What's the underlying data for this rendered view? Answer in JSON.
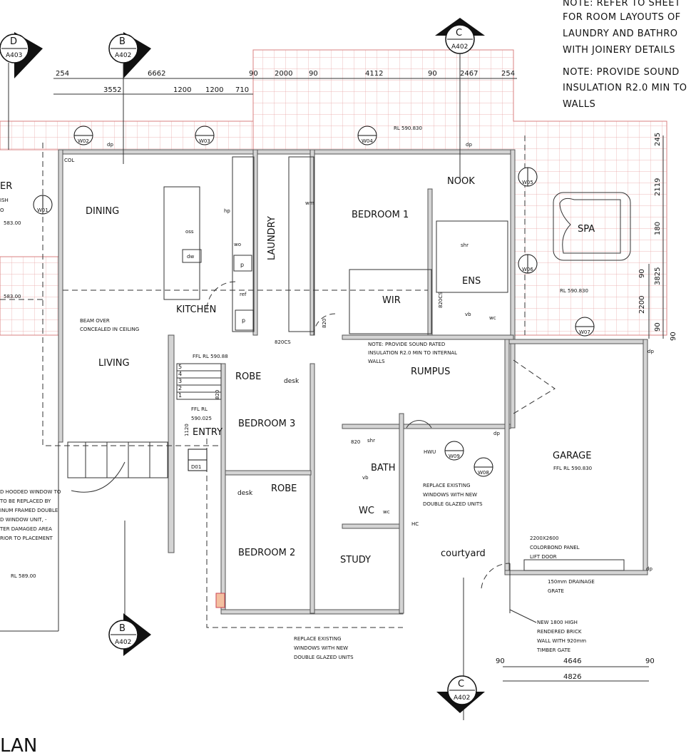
{
  "notes": {
    "top_right_1": [
      "NOTE: REFER TO SHEET",
      "FOR ROOM LAYOUTS OF",
      "LAUNDRY AND BATHRO",
      "WITH JOINERY DETAILS"
    ],
    "top_right_2": [
      "NOTE: PROVIDE SOUND",
      "INSULATION R2.0 MIN TO",
      "WALLS"
    ],
    "rumpus": [
      "NOTE: PROVIDE SOUND RATED",
      "INSULATION R2.0 MIN TO INTERNAL",
      "WALLS"
    ],
    "left_window": [
      "D HOODED WINDOW TO",
      "TO BE REPLACED BY",
      "INUM FRAMED DOUBLE",
      "D WINDOW UNIT, -",
      "TER DAMAGED AREA",
      "RIOR TO PLACEMENT"
    ],
    "courtyard_windows": [
      "REPLACE EXISTING",
      "WINDOWS WITH NEW",
      "DOUBLE GLAZED UNITS"
    ],
    "bottom_windows": [
      "REPLACE EXISTING",
      "WINDOWS WITH NEW",
      "DOUBLE GLAZED UNITS"
    ],
    "garage_door": [
      "2200X2600",
      "COLORBOND PANEL",
      "LIFT DOOR"
    ],
    "drainage": [
      "150mm DRAINAGE",
      "GRATE"
    ],
    "brick_wall": [
      "NEW 1800 HIGH",
      "RENDERED BRICK",
      "WALL WITH 920mm",
      "TIMBER GATE"
    ],
    "beam": [
      "BEAM OVER",
      "CONCEALED IN CEILING"
    ],
    "ffl_entry": [
      "FFL RL",
      "590.025"
    ]
  },
  "rooms": {
    "dining": "DINING",
    "kitchen": "KITCHEN",
    "laundry": "LAUNDRY",
    "bedroom1": "BEDROOM 1",
    "nook": "NOOK",
    "spa": "SPA",
    "ens": "ENS",
    "wir": "WIR",
    "living": "LIVING",
    "rumpus": "RUMPUS",
    "robe": "ROBE",
    "desk": "desk",
    "bedroom3": "BEDROOM 3",
    "entry": "ENTRY",
    "bath": "BATH",
    "wc": "WC",
    "garage": "GARAGE",
    "courtyard": "courtyard",
    "bedroom2": "BEDROOM 2",
    "study": "STUDY",
    "col": "COL",
    "partial_room": "ER"
  },
  "levels": {
    "rl_top": "RL 590.830",
    "rl_spa": "RL 590.830",
    "rl_left1": "583.00",
    "rl_left2": "583.00",
    "rl_bottom_left": "RL 589.00",
    "ffl_living": "FFL RL 590.88",
    "ffl_garage": "FFL RL 590.830",
    "left_partial": [
      "ISH",
      "O"
    ]
  },
  "dimensions": {
    "top_row1": [
      "254",
      "6662",
      "90",
      "2000",
      "90",
      "4112",
      "90",
      "2467",
      "254"
    ],
    "top_row2": [
      "3552",
      "1200",
      "1200",
      "710"
    ],
    "right": [
      "245",
      "2119",
      "180",
      "3825",
      "90",
      "2200",
      "90",
      "90"
    ],
    "bottom": [
      "90",
      "4646",
      "90",
      "4826"
    ],
    "misc": [
      "820",
      "820CS",
      "820CS",
      "820",
      "1120",
      "820"
    ]
  },
  "section_markers": [
    {
      "letter": "D",
      "sheet": "A403"
    },
    {
      "letter": "B",
      "sheet": "A402"
    },
    {
      "letter": "C",
      "sheet": "A402"
    },
    {
      "letter": "B",
      "sheet": "A402"
    },
    {
      "letter": "C",
      "sheet": "A402"
    }
  ],
  "window_tags": [
    "W02",
    "W03",
    "W04",
    "W05",
    "W06",
    "W07",
    "W08",
    "W09",
    "W01",
    "D01"
  ],
  "fixtures": {
    "hp": "hp",
    "wo": "wo",
    "p": "p",
    "ref": "ref",
    "dw": "dw",
    "oss": "oss",
    "shr": "shr",
    "vb": "vb",
    "wc": "wc",
    "hwu": "HWU",
    "dp": "dp",
    "wm": "wm",
    "hc": "HC"
  },
  "stairs": [
    "5",
    "4",
    "3",
    "2",
    "1"
  ],
  "title_fragment": "LAN"
}
